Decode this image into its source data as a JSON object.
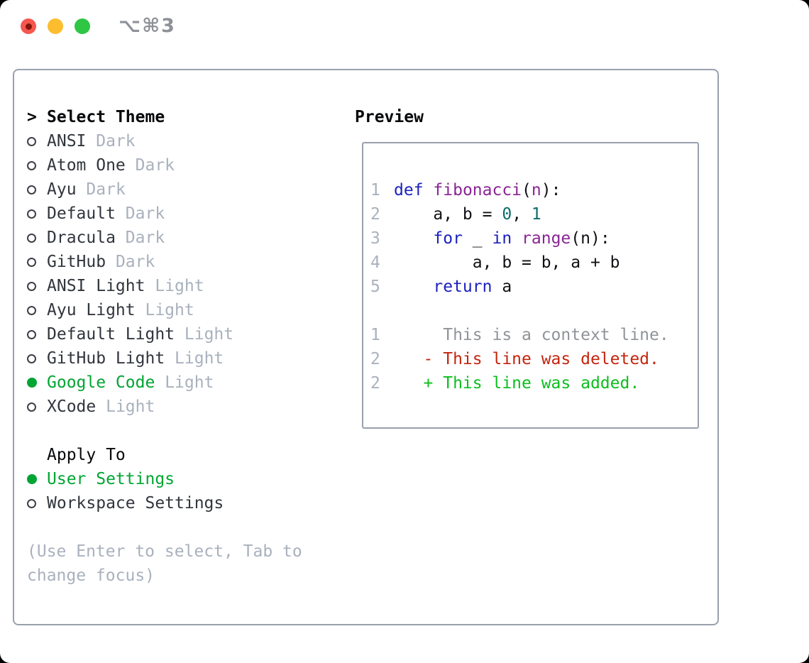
{
  "window": {
    "title_shortcut": "⌥⌘3",
    "controls": [
      "close",
      "minimize",
      "zoom"
    ]
  },
  "theme_picker": {
    "prompt": ">",
    "title": "Select Theme",
    "items": [
      {
        "name": "ANSI",
        "variant": "Dark",
        "selected": false
      },
      {
        "name": "Atom One",
        "variant": "Dark",
        "selected": false
      },
      {
        "name": "Ayu",
        "variant": "Dark",
        "selected": false
      },
      {
        "name": "Default",
        "variant": "Dark",
        "selected": false
      },
      {
        "name": "Dracula",
        "variant": "Dark",
        "selected": false
      },
      {
        "name": "GitHub",
        "variant": "Dark",
        "selected": false
      },
      {
        "name": "ANSI Light",
        "variant": "Light",
        "selected": false
      },
      {
        "name": "Ayu Light",
        "variant": "Light",
        "selected": false
      },
      {
        "name": "Default Light",
        "variant": "Light",
        "selected": false
      },
      {
        "name": "GitHub Light",
        "variant": "Light",
        "selected": false
      },
      {
        "name": "Google Code",
        "variant": "Light",
        "selected": true
      },
      {
        "name": "XCode",
        "variant": "Light",
        "selected": false
      }
    ],
    "apply_to": {
      "title": "Apply To",
      "options": [
        {
          "label": "User Settings",
          "selected": true
        },
        {
          "label": "Workspace Settings",
          "selected": false
        }
      ]
    },
    "help": [
      "(Use Enter to select, Tab to",
      "change focus)"
    ]
  },
  "preview": {
    "title": "Preview",
    "code_lines": [
      {
        "num": "1",
        "segments": [
          {
            "t": "def",
            "c": "kw"
          },
          {
            "t": " ",
            "c": "pl"
          },
          {
            "t": "fibonacci",
            "c": "fn"
          },
          {
            "t": "(",
            "c": "pl"
          },
          {
            "t": "n",
            "c": "fn"
          },
          {
            "t": "):",
            "c": "pl"
          }
        ]
      },
      {
        "num": "2",
        "segments": [
          {
            "t": "    a, b = ",
            "c": "pl"
          },
          {
            "t": "0",
            "c": "num"
          },
          {
            "t": ", ",
            "c": "pl"
          },
          {
            "t": "1",
            "c": "num"
          }
        ]
      },
      {
        "num": "3",
        "segments": [
          {
            "t": "    ",
            "c": "pl"
          },
          {
            "t": "for",
            "c": "kw"
          },
          {
            "t": " _ ",
            "c": "pl"
          },
          {
            "t": "in",
            "c": "kw"
          },
          {
            "t": " ",
            "c": "pl"
          },
          {
            "t": "range",
            "c": "fn"
          },
          {
            "t": "(n):",
            "c": "pl"
          }
        ]
      },
      {
        "num": "4",
        "segments": [
          {
            "t": "        a, b = b, a + b",
            "c": "pl"
          }
        ]
      },
      {
        "num": "5",
        "segments": [
          {
            "t": "    ",
            "c": "pl"
          },
          {
            "t": "return",
            "c": "kw"
          },
          {
            "t": " a",
            "c": "pl"
          }
        ]
      },
      {
        "num": "",
        "segments": []
      },
      {
        "num": "1",
        "segments": [
          {
            "t": "     This is a context line.",
            "c": "ctx"
          }
        ]
      },
      {
        "num": "2",
        "segments": [
          {
            "t": "   - This line was deleted.",
            "c": "del"
          }
        ]
      },
      {
        "num": "2",
        "segments": [
          {
            "t": "   + This line was added.",
            "c": "add"
          }
        ]
      }
    ]
  },
  "colors": {
    "selected_green": "#00a532",
    "keyword_blue": "#1b22bd",
    "function_purple": "#8a2594",
    "number_teal": "#0e6b6b",
    "deleted_red": "#c4250f",
    "added_green": "#0abf1d",
    "context_gray": "#909499",
    "muted_gray": "#a9b1bd",
    "border_gray": "#99a1ac",
    "traffic_red": "#f5564e",
    "traffic_yellow": "#fcbd2f",
    "traffic_green": "#2ec643"
  }
}
